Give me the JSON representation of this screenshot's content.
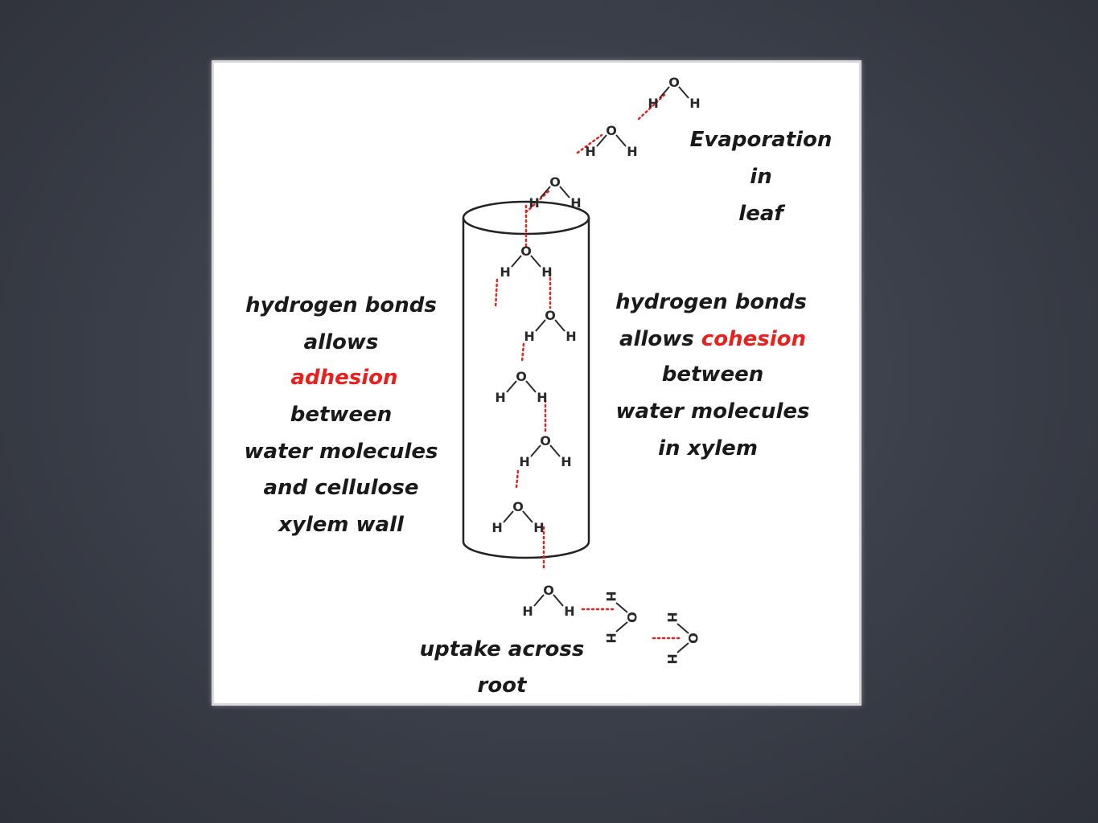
{
  "leaf_label": [
    "Evaporation",
    "in",
    "leaf"
  ],
  "adhesion_label": {
    "lines": [
      "hydrogen bonds",
      "allows"
    ],
    "highlight": "adhesion",
    "rest": [
      "between",
      "water molecules",
      "and cellulose",
      "xylem wall"
    ]
  },
  "cohesion_label": {
    "line1": "hydrogen bonds",
    "line2_prefix": "allows ",
    "highlight": "cohesion",
    "rest": [
      "between",
      "water molecules",
      "in xylem"
    ]
  },
  "root_label": [
    "uptake across",
    "root"
  ],
  "atoms": {
    "oxygen": "O",
    "hydrogen": "H"
  },
  "colors": {
    "highlight": "#e8201e",
    "hydrogen_bond": "#e8201e",
    "background": "#3a3e48"
  }
}
